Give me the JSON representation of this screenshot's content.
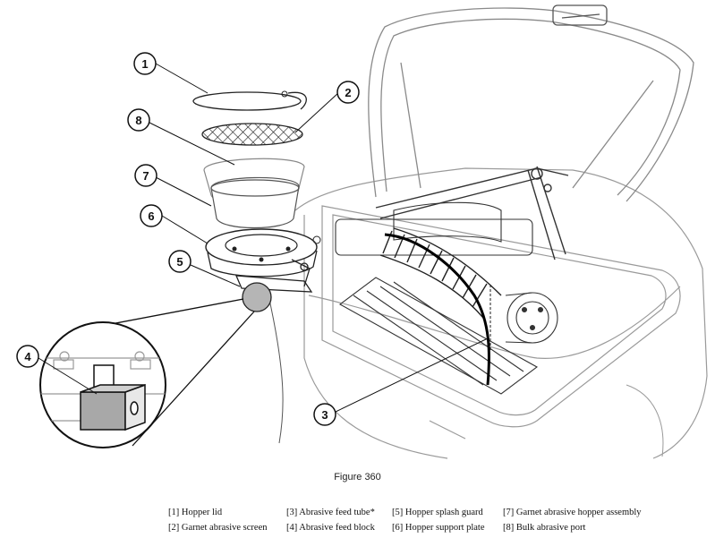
{
  "figure": {
    "caption": "Figure 360",
    "callouts": [
      "1",
      "2",
      "3",
      "4",
      "5",
      "6",
      "7",
      "8"
    ]
  },
  "legend": {
    "rows": [
      [
        "[1] Hopper lid",
        "[3] Abrasive feed tube*",
        "[5] Hopper splash guard",
        "[7] Garnet abrasive hopper assembly"
      ],
      [
        "[2] Garnet abrasive screen",
        "[4] Abrasive feed block",
        "[6] Hopper support plate",
        "[8] Bulk abrasive port"
      ]
    ]
  }
}
